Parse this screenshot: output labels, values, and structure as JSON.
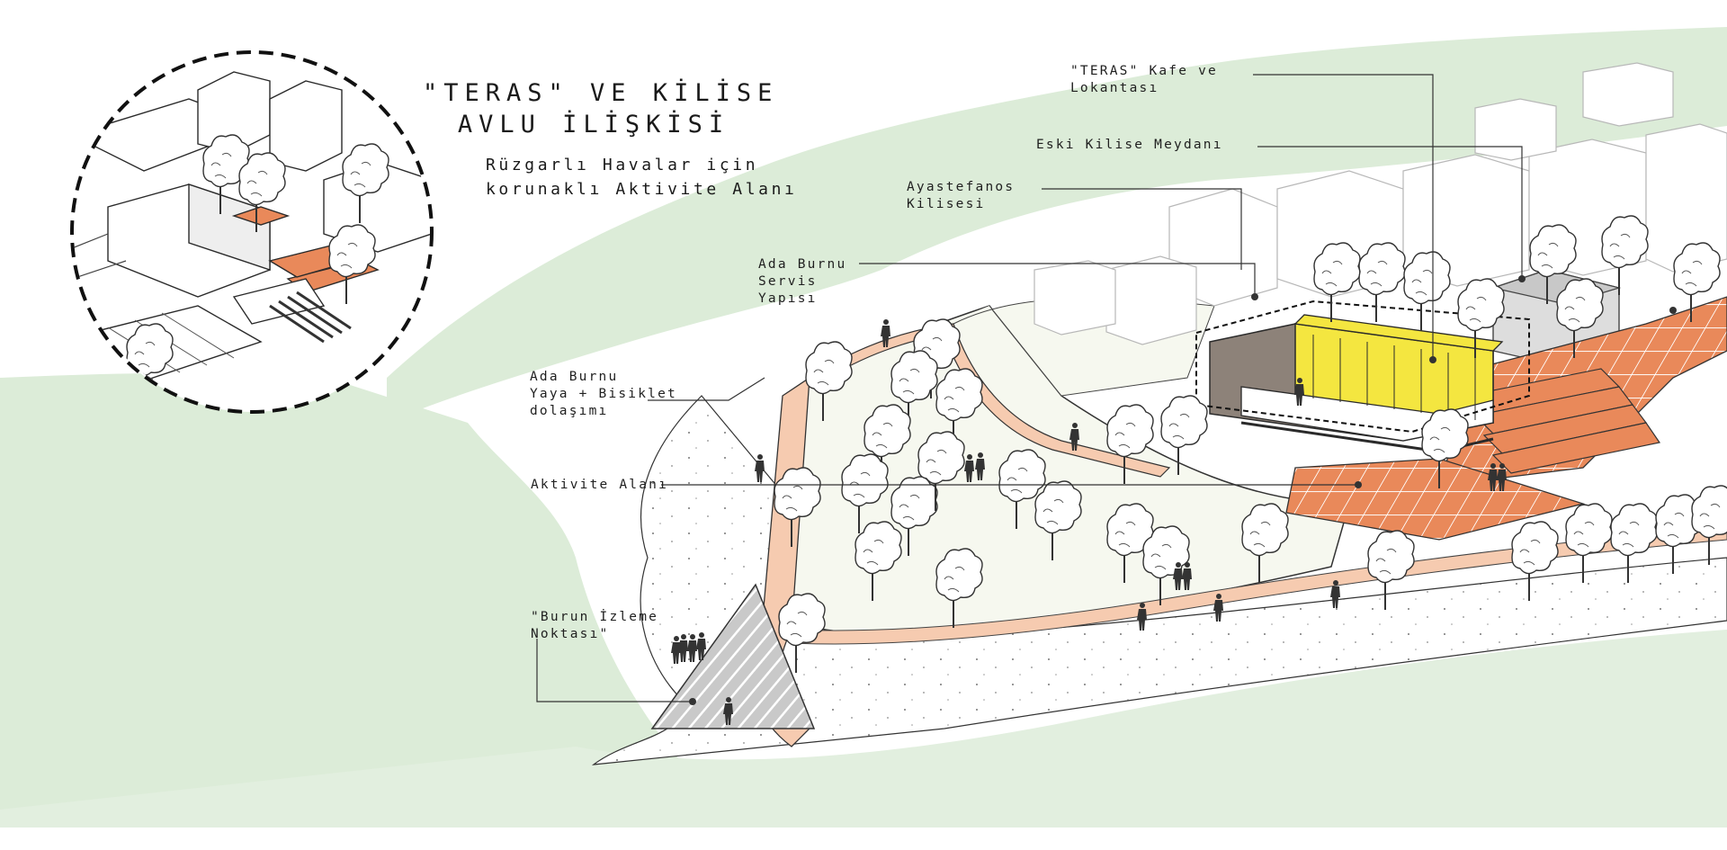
{
  "title": {
    "line1": "\"TERAS\" VE KİLİSE",
    "line2": "AVLU İLİŞKİSİ"
  },
  "subtitle": {
    "line1": "Rüzgarlı Havalar için",
    "line2": "korunaklı Aktivite Alanı"
  },
  "labels": {
    "teras_kafe": {
      "line1": "\"TERAS\"  Kafe ve",
      "line2": "Lokantası"
    },
    "eski_kilise": {
      "line1": "Eski Kilise Meydanı"
    },
    "ayastefanos": {
      "line1": "Ayastefanos",
      "line2": "Kilisesi"
    },
    "servis_yapisi": {
      "line1": "Ada Burnu",
      "line2": "Servis",
      "line3": "Yapısı"
    },
    "yaya_bisiklet": {
      "line1": "Ada Burnu",
      "line2": "Yaya + Bisiklet",
      "line3": "dolaşımı"
    },
    "aktivite": {
      "line1": "Aktivite Alanı"
    },
    "burun_izleme": {
      "line1": "\"Burun İzleme",
      "line2": "Noktası\""
    }
  },
  "colors": {
    "landscape_green": "#dcecd8",
    "paving_orange": "#e9895a",
    "path_peach": "#f6cbb0",
    "building_yellow": "#f4e640",
    "plaza_cream": "#f6f8ef",
    "terrace_brown": "#8d8279",
    "outline": "#2a2a2a"
  }
}
